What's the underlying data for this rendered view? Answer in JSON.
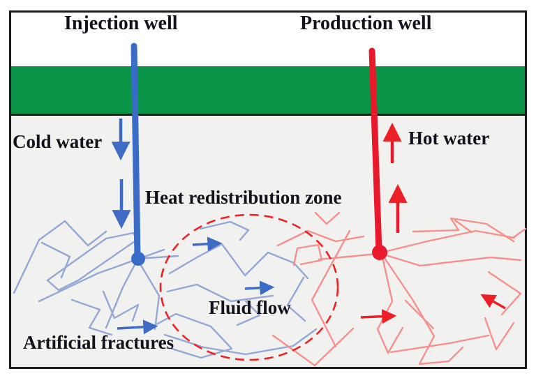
{
  "diagram": {
    "labels": {
      "injection_well": "Injection well",
      "production_well": "Production well",
      "cold_water": "Cold water",
      "hot_water": "Hot water",
      "heat_zone": "Heat redistribution zone",
      "fluid_flow": "Fluid flow",
      "artificial_fractures": "Artificial fractures"
    },
    "colors": {
      "surface_layer_green": "#0a9447",
      "injection_well_blue": "#3a6bc6",
      "production_well_red": "#e8192d",
      "cold_fracture_blue": "#94a8d6",
      "hot_fracture_red": "#f6908e",
      "heat_zone_dashed_red": "#ee2226",
      "subsurface_gray": "#f1f1ef",
      "label_text": "#12121c",
      "frame_border": "#1b1b1b"
    }
  }
}
